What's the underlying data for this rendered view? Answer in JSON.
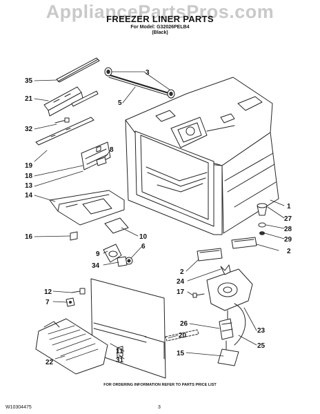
{
  "watermark": "AppliancePartsPros.com",
  "title": "FREEZER LINER PARTS",
  "model_line": "For Model: G32026PELB4",
  "color_line": "(Black)",
  "footer_info": "FOR ORDERING INFORMATION REFER TO PARTS PRICE LIST",
  "part_number": "W10304475",
  "page_number": "3",
  "callouts": [
    "35",
    "21",
    "32",
    "19",
    "18",
    "13",
    "14",
    "16",
    "9",
    "34",
    "12",
    "7",
    "22",
    "3",
    "5",
    "8",
    "10",
    "6",
    "1",
    "27",
    "28",
    "29",
    "2",
    "2",
    "24",
    "17",
    "26",
    "25",
    "23",
    "20",
    "15",
    "11",
    "31"
  ]
}
